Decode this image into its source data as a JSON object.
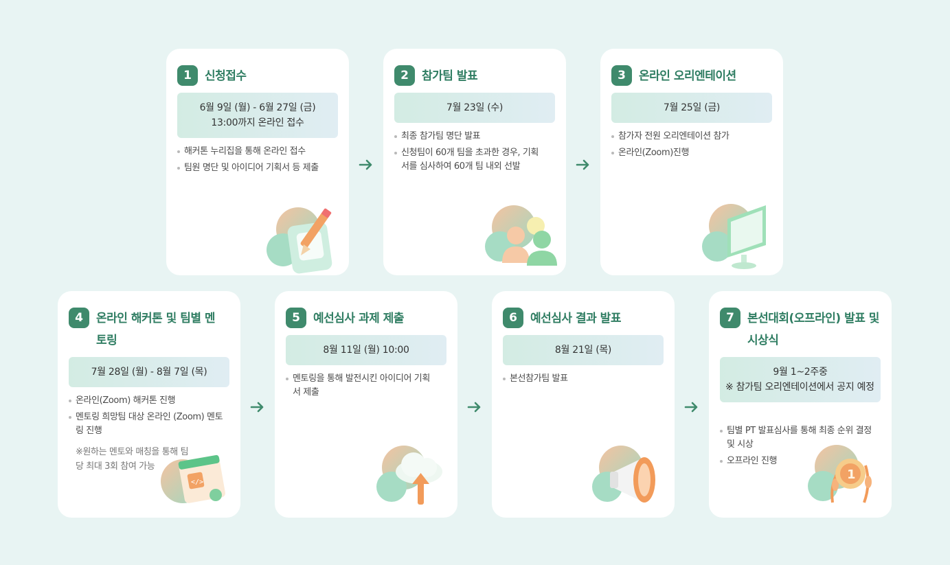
{
  "colors": {
    "accent": "#3f8a6c",
    "title": "#2f7d62",
    "background": "#e8f4f3",
    "card": "#ffffff"
  },
  "steps": [
    {
      "num": "1",
      "title": "신청접수",
      "date": [
        "6월 9일 (월) - 6월 27일 (금)",
        "13:00까지 온라인 접수"
      ],
      "bullets": [
        "해커톤 누리집을 통해 온라인 접수",
        "팀원 명단 및 아이디어 기획서 등 제출"
      ],
      "icon": "pencil-icon"
    },
    {
      "num": "2",
      "title": "참가팀 발표",
      "date": [
        "7월 23일 (수)"
      ],
      "bullets": [
        "최종 참가팀 명단 발표",
        "신청팀이 60개 팀을 초과한 경우, 기획서를 심사하여 60개 팀 내외 선발"
      ],
      "icon": "team-icon"
    },
    {
      "num": "3",
      "title": "온라인 오리엔테이션",
      "date": [
        "7월 25일 (금)"
      ],
      "bullets": [
        "참가자 전원 오리엔테이션 참가",
        "온라인(Zoom)진행"
      ],
      "icon": "monitor-icon"
    },
    {
      "num": "4",
      "title": "온라인 해커톤 및 팀별 멘토링",
      "date": [
        "7월 28일 (월) - 8월 7일 (목)"
      ],
      "bullets": [
        "온라인(Zoom) 해커톤 진행",
        "멘토링 희망팀 대상 온라인 (Zoom) 멘토링 진행"
      ],
      "note": "※원하는 멘토와 매칭을 통해 팀당 최대 3회 참여 가능",
      "icon": "code-window-icon"
    },
    {
      "num": "5",
      "title": "예선심사 과제 제출",
      "date": [
        "8월 11일 (월) 10:00"
      ],
      "bullets": [
        "멘토링을 통해 발전시킨 아이디어 기획서 제출"
      ],
      "icon": "cloud-upload-icon"
    },
    {
      "num": "6",
      "title": "예선심사 결과 발표",
      "date": [
        "8월 21일 (목)"
      ],
      "bullets": [
        "본선참가팀 발표"
      ],
      "icon": "megaphone-icon"
    },
    {
      "num": "7",
      "title": "본선대회(오프라인) 발표 및 시상식",
      "date": [
        "9월 1~2주중",
        "※ 참가팀 오리엔테이션에서 공지 예정"
      ],
      "bullets": [
        "팀별 PT 발표심사를 통해 최종 순위 결정 및 시상",
        "오프라인 진행"
      ],
      "icon": "medal-icon"
    }
  ]
}
